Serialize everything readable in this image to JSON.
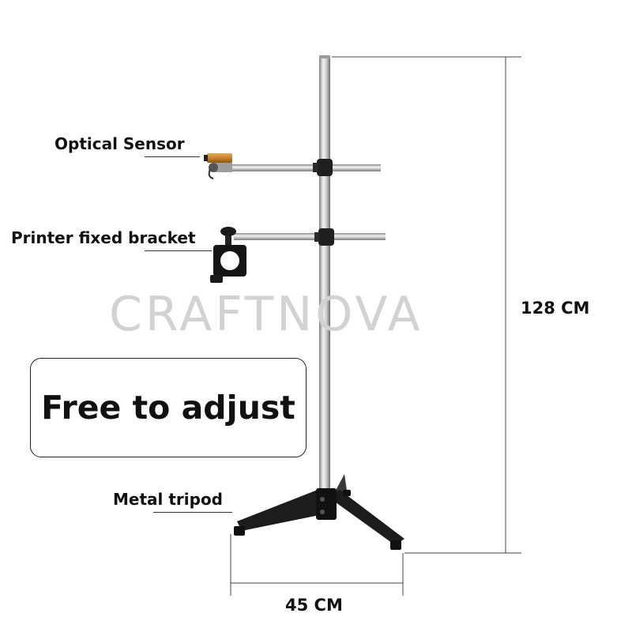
{
  "labels": {
    "optical_sensor": "Optical Sensor",
    "printer_bracket": "Printer fixed bracket",
    "metal_tripod": "Metal tripod"
  },
  "callout": {
    "text": "Free to adjust"
  },
  "dimensions": {
    "height": "128 CM",
    "width": "45 CM"
  },
  "watermark": "CRAFTNOVA",
  "colors": {
    "pole": "#c8c8c8",
    "base": "#1c1c1c",
    "sensor": "#c9832e",
    "dimension_line": "#333333"
  }
}
